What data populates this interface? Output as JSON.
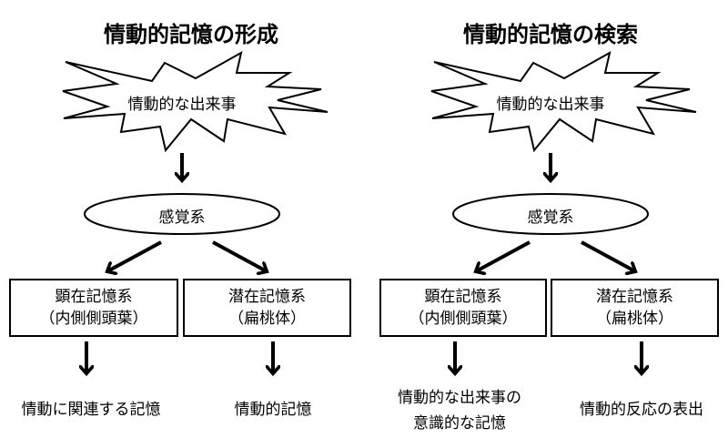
{
  "panels": [
    {
      "title": "情動的記憶の形成",
      "event": "情動的な出来事",
      "sensory": "感覚系",
      "explicit": {
        "name": "顕在記憶系",
        "region": "（内側側頭葉）"
      },
      "implicit": {
        "name": "潜在記憶系",
        "region": "（扁桃体）"
      },
      "explicit_result": [
        "情動に関連する記憶"
      ],
      "implicit_result": [
        "情動的記憶"
      ]
    },
    {
      "title": "情動的記憶の検索",
      "event": "情動的な出来事",
      "sensory": "感覚系",
      "explicit": {
        "name": "顕在記憶系",
        "region": "（内側側頭葉）"
      },
      "implicit": {
        "name": "潜在記憶系",
        "region": "（扁桃体）"
      },
      "explicit_result": [
        "情動的な出来事の",
        "意識的な記憶"
      ],
      "implicit_result": [
        "情動的反応の表出"
      ]
    }
  ]
}
